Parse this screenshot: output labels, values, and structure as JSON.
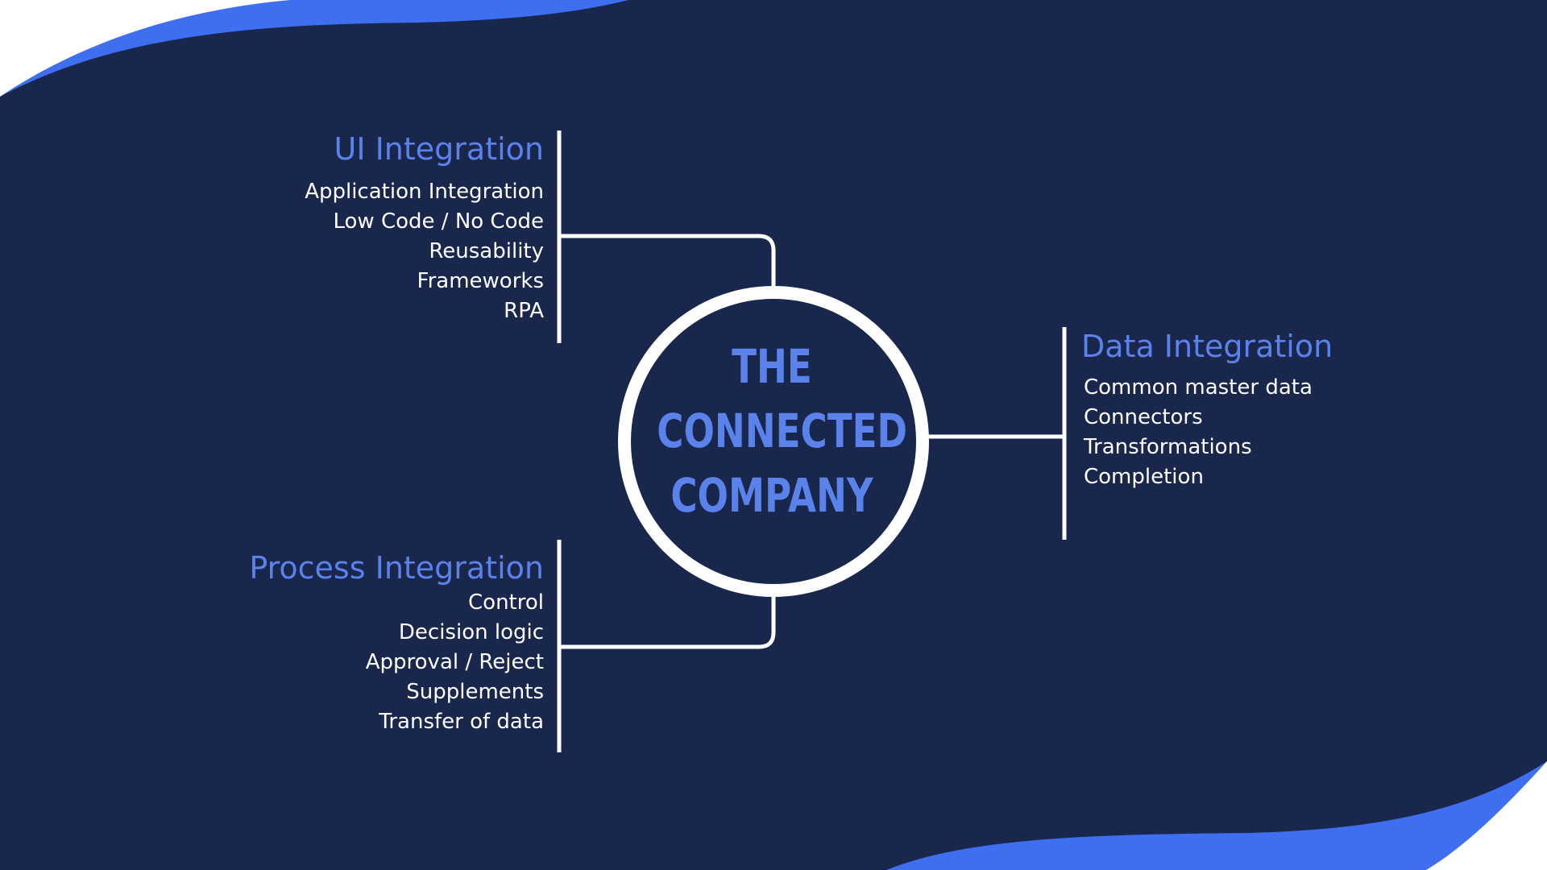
{
  "center": {
    "line1": "THE",
    "line2": "CONNECTED",
    "line3": "COMPANY"
  },
  "ui_integration": {
    "title": "UI Integration",
    "items": [
      "Application Integration",
      "Low Code / No Code",
      "Reusability",
      "Frameworks",
      "RPA"
    ]
  },
  "process_integration": {
    "title": "Process Integration",
    "items": [
      "Control",
      "Decision logic",
      "Approval / Reject",
      "Supplements",
      "Transfer of data"
    ]
  },
  "data_integration": {
    "title": "Data Integration",
    "items": [
      "Common master data",
      "Connectors",
      "Transformations",
      "Completion"
    ]
  },
  "colors": {
    "background": "#19274d",
    "accent": "#5b82ea",
    "wave_blue": "#3e6ff0",
    "line": "#ffffff"
  }
}
